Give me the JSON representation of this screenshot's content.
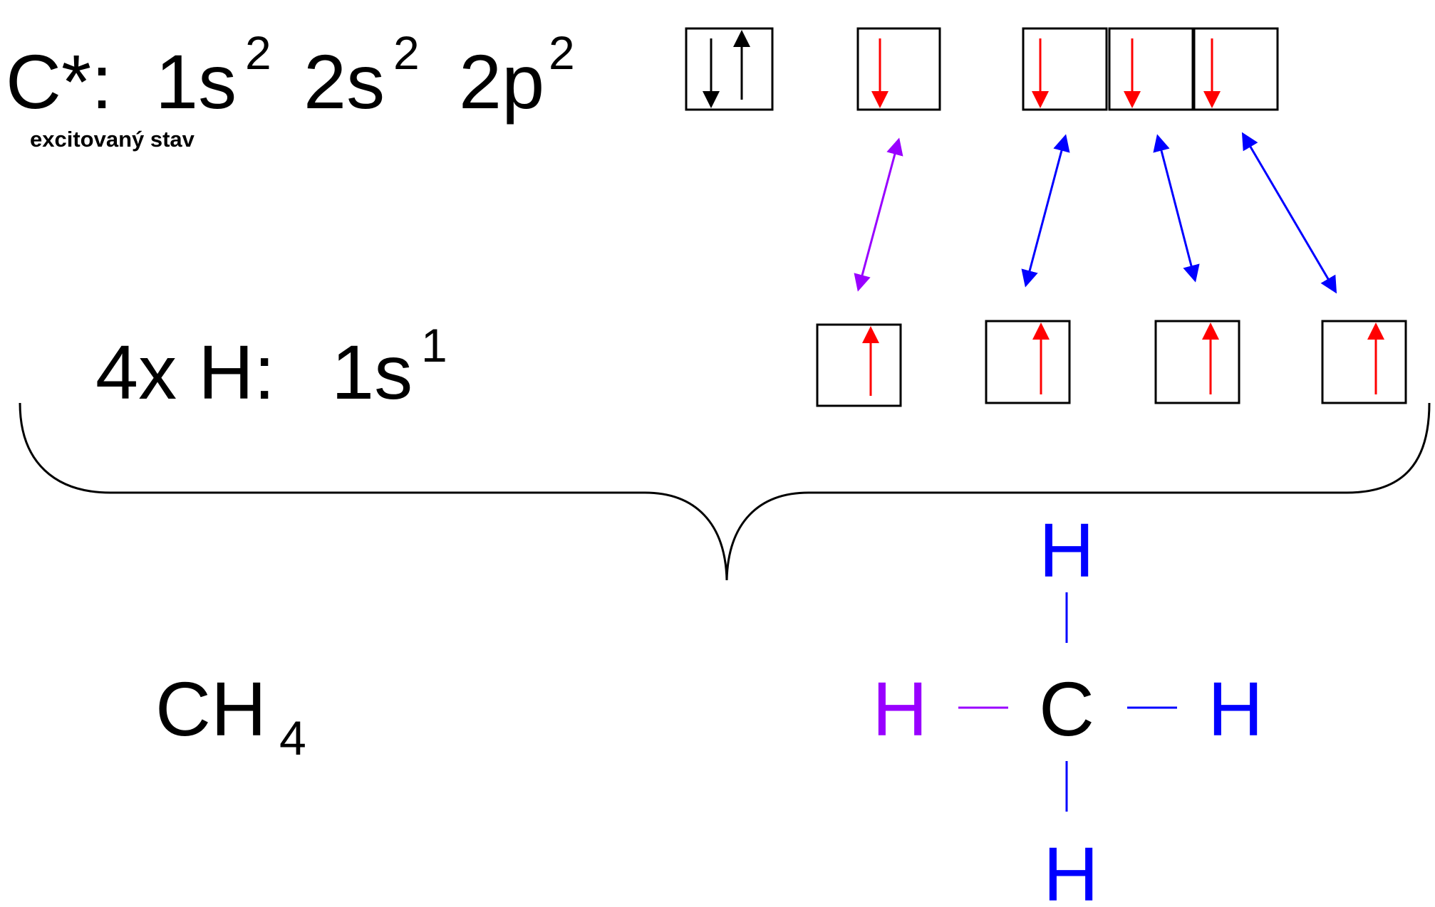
{
  "carbon_config": {
    "element": "C*:",
    "orbitals": [
      {
        "label": "1s",
        "exponent": "2"
      },
      {
        "label": "2s",
        "exponent": "2"
      },
      {
        "label": "2p",
        "exponent": "2"
      }
    ],
    "state_label": "excitovaný stav"
  },
  "hydrogen_config": {
    "prefix": "4x H:",
    "orbital": "1s",
    "exponent": "1"
  },
  "molecule_formula": {
    "base": "CH",
    "subscript": "4"
  },
  "structure": {
    "center": "C",
    "top": "H",
    "bottom": "H",
    "left": "H",
    "right": "H"
  },
  "colors": {
    "black": "#000000",
    "electron_red": "#ff0000",
    "s_bond_purple": "#9900ff",
    "p_bond_blue": "#0000ff"
  },
  "carbon_boxes": [
    {
      "orbital": "1s",
      "electrons": [
        "down",
        "up"
      ],
      "color": "#000000"
    },
    {
      "orbital": "2s",
      "electrons": [
        "down"
      ],
      "color": "#ff0000"
    },
    {
      "orbital": "2p",
      "electrons": [
        "down"
      ],
      "color": "#ff0000"
    },
    {
      "orbital": "2p",
      "electrons": [
        "down"
      ],
      "color": "#ff0000"
    },
    {
      "orbital": "2p",
      "electrons": [
        "down"
      ],
      "color": "#ff0000"
    }
  ],
  "hydrogen_boxes": [
    {
      "electrons": [
        "up"
      ],
      "color": "#ff0000"
    },
    {
      "electrons": [
        "up"
      ],
      "color": "#ff0000"
    },
    {
      "electrons": [
        "up"
      ],
      "color": "#ff0000"
    },
    {
      "electrons": [
        "up"
      ],
      "color": "#ff0000"
    }
  ],
  "connectors": [
    {
      "from": "2s",
      "to": "H1",
      "color": "#9900ff"
    },
    {
      "from": "2p",
      "to": "H2",
      "color": "#0000ff"
    },
    {
      "from": "2p",
      "to": "H3",
      "color": "#0000ff"
    },
    {
      "from": "2p",
      "to": "H4",
      "color": "#0000ff"
    }
  ]
}
